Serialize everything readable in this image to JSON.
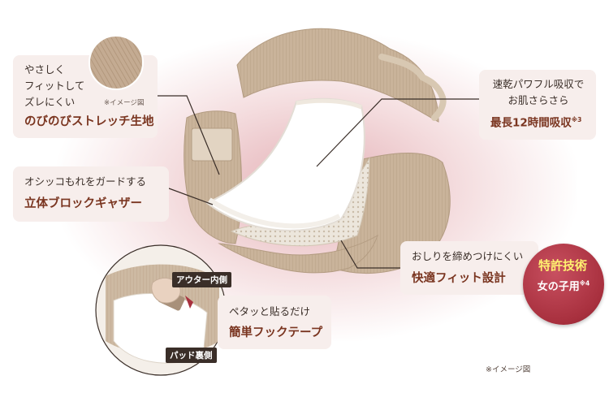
{
  "labels": {
    "stretch": {
      "lines": [
        "やさしく",
        "フィットして",
        "ズレにくい"
      ],
      "note": "※イメージ図",
      "title": "のびのびストレッチ生地"
    },
    "gather": {
      "text": "オシッコもれをガードする",
      "title": "立体ブロックギャザー"
    },
    "absorb": {
      "line1": "速乾パワフル吸収で",
      "line2": "お肌さらさら",
      "title": "最長12時間吸収",
      "note": "※3"
    },
    "fit": {
      "text": "おしりを締めつけにくい",
      "title": "快適フィット設計"
    },
    "hook": {
      "text": "ペタッと貼るだけ",
      "title": "簡単フックテープ"
    }
  },
  "badge": {
    "title": "特許技術",
    "subtitle": "女の子用",
    "note": "※4"
  },
  "tags": {
    "outer": "アウター内側",
    "pad": "パッド裏側"
  },
  "footnote": "※イメージ図",
  "colors": {
    "fabric": "#c9b39a",
    "accent": "#7a3520",
    "badge": "#a8303e",
    "box": "#f7eeec"
  }
}
